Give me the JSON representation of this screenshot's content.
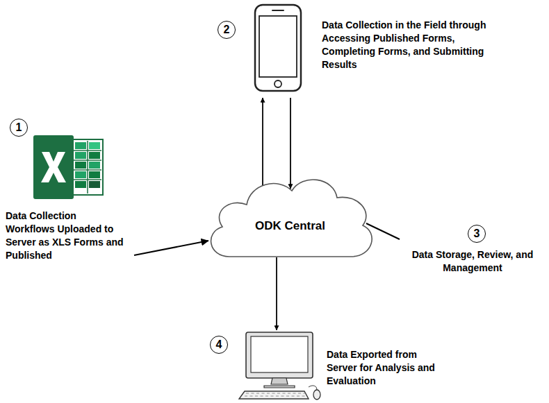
{
  "diagram": {
    "nodes": [
      {
        "text": [
          "1",
          "Data Collection Workflows Uploaded to Server as XLS Forms and Published"
        ]
      },
      {
        "text": [
          "2",
          "Data Collection in the Field through Accessing Published Forms, Completing Forms, and Submitting Results"
        ]
      },
      {
        "text": [
          "ODK Central"
        ]
      },
      {
        "text": [
          "3",
          "Data Storage, Review, and Management"
        ]
      },
      {
        "text": [
          "4",
          "Data Exported from Server for Analysis and Evaluation"
        ]
      }
    ],
    "edges": [
      {
        "from": 0,
        "to": 2,
        "arrow": "to"
      },
      {
        "from": 2,
        "to": 1,
        "arrow": "to"
      },
      {
        "from": 1,
        "to": 2,
        "arrow": "to"
      },
      {
        "from": 2,
        "to": 3,
        "arrow": "none"
      },
      {
        "from": 2,
        "to": 4,
        "arrow": "to"
      }
    ]
  }
}
